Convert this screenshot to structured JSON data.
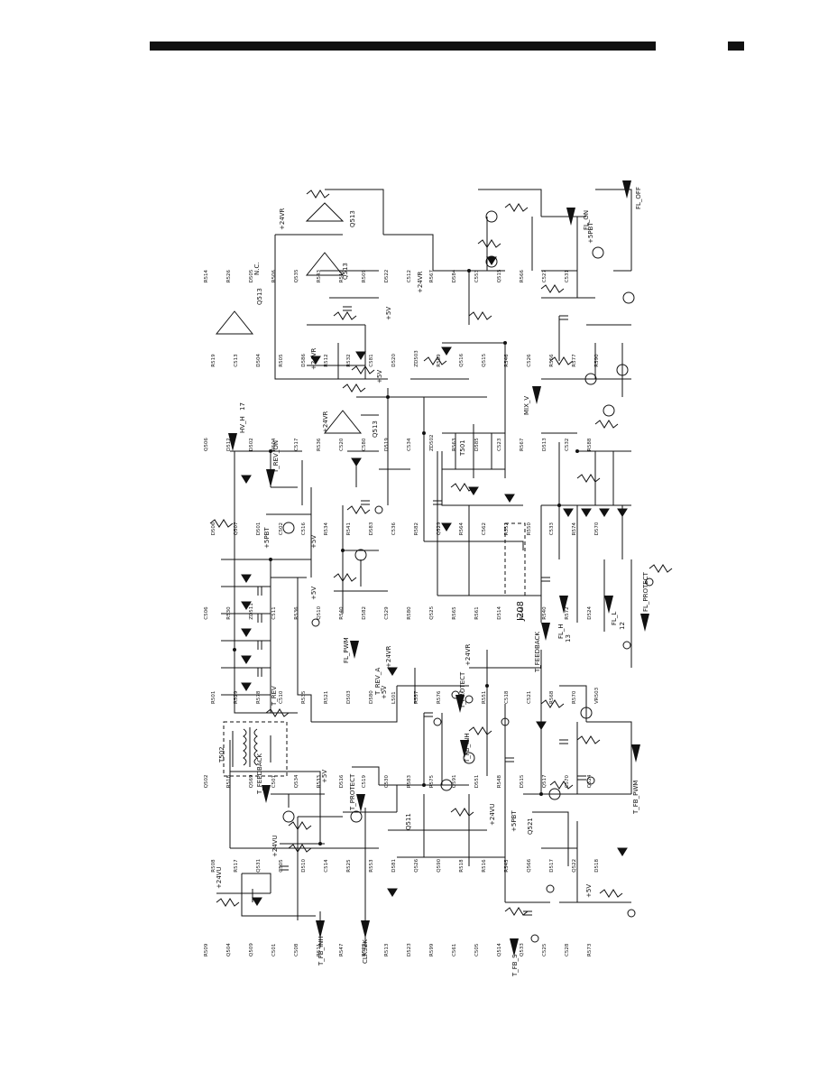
{
  "header": {
    "rule_color": "#111111"
  },
  "schematic": {
    "connectors": {
      "j208": "J208"
    },
    "signals": {
      "t_fb_inh": "T_FB_INH",
      "clk32k": "CLK32K",
      "t_fb_s": "T_FB_S",
      "t_fb_pwm": "T_FB_PWM",
      "fl_pwm": "FL_PWM",
      "t_rev": "T_REV",
      "t_rev_a": "T_REV_A",
      "t_feedback_a": "T_FEEDBACK",
      "t_feedback_b": "T_FEEDBACK",
      "t_protect_a": "T_PROTECT",
      "t_protect_b": "T_PROTECT",
      "t_rev_on": "T_REV_ON",
      "hv_h": "HV_H",
      "fl_h": "FL_H",
      "fl_l": "FL_L",
      "mix_v": "MIX_V",
      "fl_on": "FL_ON",
      "fl_off": "FL_OFF",
      "fl_protect": "FL_PROTECT",
      "t_fb_inh2": "T_FB_INH"
    },
    "pins": {
      "p17": "17",
      "p13": "13",
      "p12": "12"
    },
    "supplies": {
      "v24vu_a": "+24VU",
      "v24vu_b": "+24VU",
      "v24vu_c": "+24VU",
      "v24vr_a": "+24VR",
      "v24vr_b": "+24VR",
      "v24vr_c": "+24VR",
      "v24vr_d": "+24VR",
      "v24vr_e": "+24VR",
      "v24vr_f": "+24VR",
      "v5_a": "+5V",
      "v5_b": "+5V",
      "v5_c": "+5V",
      "v5_d": "+5V",
      "v5_e": "+5V",
      "v5_f": "+5V",
      "v5_g": "+5V",
      "v5pbt_a": "+5PBT",
      "v5pbt_b": "+5PBT",
      "v5pbt_c": "+5PBT"
    },
    "ics": {
      "q513_a": "Q513",
      "q513_b": "Q513",
      "q513_c": "Q513",
      "q513_d": "Q513",
      "q511": "Q511",
      "q521": "Q521",
      "nc": "N.C."
    },
    "transformers": {
      "t502": "T502",
      "t501": "T501"
    },
    "components": [
      "R509",
      "R508",
      "Q502",
      "R501",
      "C506",
      "D506",
      "Q506",
      "R519",
      "R514",
      "Q504",
      "R517",
      "R518",
      "R529",
      "R530",
      "Q507",
      "D512",
      "C513",
      "R526",
      "Q509",
      "Q531",
      "Q569",
      "R578",
      "ZD511",
      "D501",
      "D502",
      "D504",
      "D505",
      "C501",
      "C505",
      "C507",
      "C510",
      "C511",
      "C502",
      "R504",
      "R505",
      "R506",
      "C508",
      "D510",
      "Q534",
      "R535",
      "R536",
      "C516",
      "C517",
      "D586",
      "Q535",
      "R511",
      "C514",
      "R533",
      "R521",
      "Q510",
      "R534",
      "R536",
      "R512",
      "R543",
      "R547",
      "R525",
      "D516",
      "D503",
      "R540",
      "R541",
      "C520",
      "R532",
      "R510",
      "R522",
      "R553",
      "C519",
      "D580",
      "D582",
      "D583",
      "C580",
      "C581",
      "R509",
      "R513",
      "D581",
      "C530",
      "L501",
      "C529",
      "C536",
      "D519",
      "D520",
      "D522",
      "D523",
      "Q526",
      "R583",
      "R557",
      "R580",
      "R582",
      "C534",
      "ZD503",
      "C512",
      "R599",
      "Q590",
      "R575",
      "R576",
      "Q525",
      "Q529",
      "ZD502",
      "R589",
      "R567",
      "C561",
      "R518",
      "Q591",
      "Q593",
      "R565",
      "R564",
      "R563",
      "Q516",
      "D584",
      "C505",
      "R516",
      "D551",
      "R551",
      "R561",
      "C562",
      "D585",
      "Q515",
      "C553",
      "Q514",
      "R545",
      "R548",
      "C518",
      "D514",
      "R552",
      "C523",
      "R546",
      "Q515",
      "Q533",
      "Q566",
      "D515",
      "C521",
      "R544",
      "R550",
      "R567",
      "C526",
      "R566",
      "C525",
      "D517",
      "Q517",
      "R568",
      "R540",
      "C533",
      "D513",
      "R556",
      "C527",
      "C528",
      "Q522",
      "C570",
      "R570",
      "R572",
      "R574",
      "C532",
      "R577",
      "C531",
      "R573",
      "D518",
      "Q524",
      "VR503",
      "D524",
      "D570",
      "R588",
      "R590"
    ]
  }
}
